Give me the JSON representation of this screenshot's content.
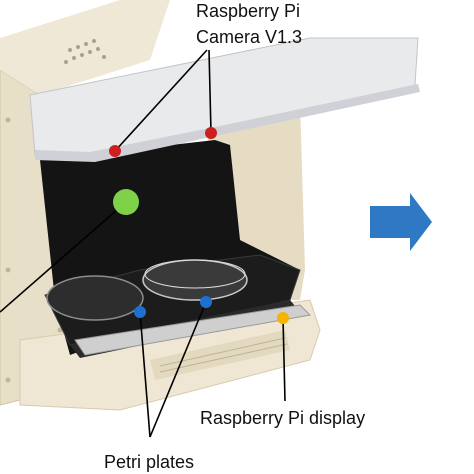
{
  "labels": {
    "camera_line1": "Raspberry Pi",
    "camera_line2": "Camera V1.3",
    "display": "Raspberry Pi display",
    "petri": "Petri plates"
  },
  "colors": {
    "housing": "#efe7d3",
    "housing_shade": "#d9cfb6",
    "lid": "#e9eaec",
    "interior": "#141414",
    "tray": "#1c1c1c",
    "marker_camera": "#cc1f1f",
    "marker_center": "#7fd14a",
    "marker_petri": "#1f6fd1",
    "marker_display": "#f4b400",
    "arrow": "#2f78c4"
  },
  "icons": {
    "arrow": "right-arrow-icon"
  }
}
